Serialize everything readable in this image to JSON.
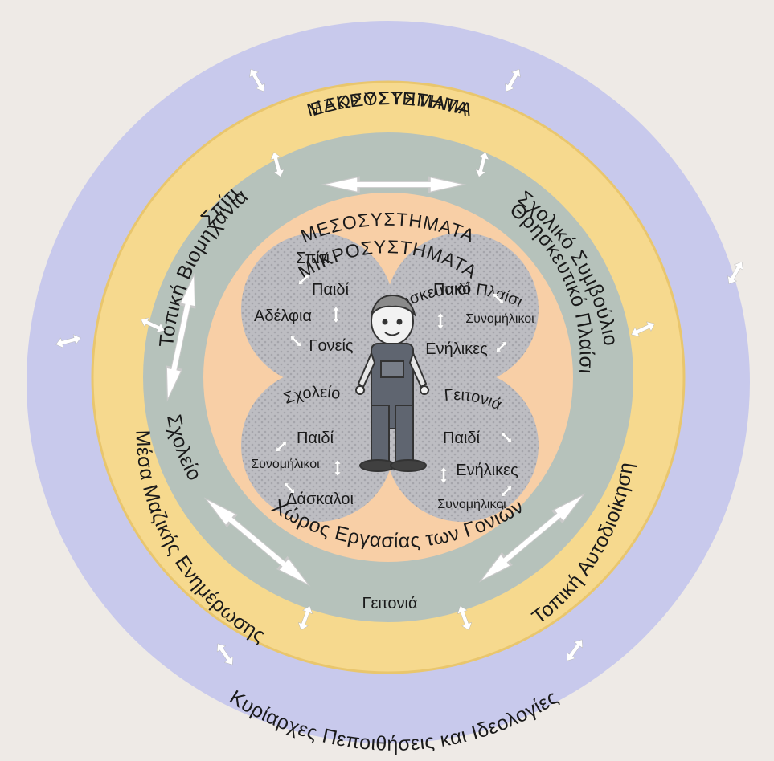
{
  "colors": {
    "background": "#eeeae6",
    "macro": "#c8c9ec",
    "exo": "#f6d98e",
    "meso": "#b6c2bb",
    "micro": "#f8cfa6",
    "lobe": "#b9b9bd",
    "arrow": "#ffffff"
  },
  "rings": {
    "macro_title": "ΜΑΚΡΟΣΥΣΤΗΜΑ",
    "macro_bottom": "Κυρίαρχες Πεποιθήσεις και Ιδεολογίες",
    "exo_title": "ΕΞΩΣΥΣΤΗΜΑΤΑ",
    "exo_left_top": "Τοπική Βιομηχανία",
    "exo_right_top": "Σχολικό Συμβούλιο",
    "exo_left_bottom": "Μέσα Μαζικής Ενημέρωσης",
    "exo_right_bottom": "Τοπική Αυτοδιοίκηση",
    "exo_bottom": "Χώρος Εργασίας των Γονιών",
    "meso_title": "ΜΕΣΟΣΥΣΤΗΜΑΤΑ",
    "meso_home": "Σπίτι",
    "meso_religious": "Θρησκευτικό Πλαίσιο",
    "meso_school": "Σχολείο",
    "meso_neighborhood": "Γειτονιά",
    "micro_title": "ΜΙΚΡΟΣΥΣΤΗΜΑΤΑ"
  },
  "lobes": {
    "home": {
      "title": "Σπίτι",
      "items": [
        "Παιδί",
        "Αδέλφια",
        "Γονείς"
      ]
    },
    "religious": {
      "title": "Θρησκευτικό Πλαίσιο",
      "items": [
        "Παιδί",
        "Συνομήλικοι",
        "Ενήλικες"
      ]
    },
    "school": {
      "title": "Σχολείο",
      "items": [
        "Παιδί",
        "Συνομήλικοι",
        "Δάσκαλοι"
      ]
    },
    "neighborhood": {
      "title": "Γειτονιά",
      "items": [
        "Παιδί",
        "Ενήλικες",
        "Συνομήλικοι"
      ]
    }
  }
}
